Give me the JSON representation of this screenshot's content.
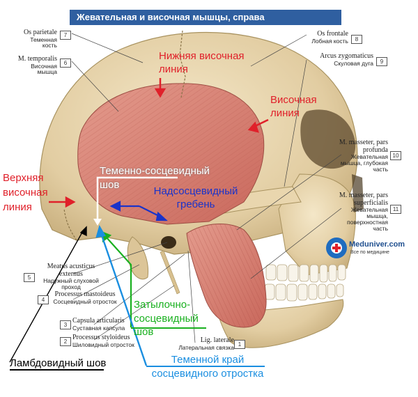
{
  "title": "Жевательная и височная мышцы, справа",
  "structures": [
    {
      "num": "7",
      "latin": "Os parietale",
      "ru": "Теменная кость"
    },
    {
      "num": "6",
      "latin": "M. temporalis",
      "ru": "Височная мышца"
    },
    {
      "num": "8",
      "latin": "Os frontale",
      "ru": "Лобная кость"
    },
    {
      "num": "9",
      "latin": "Arcus zygomaticus",
      "ru": "Скуловая дуга"
    },
    {
      "num": "10",
      "latin": "M. masseter, pars profunda",
      "ru": "Жевательная мышца, глубокая часть"
    },
    {
      "num": "11",
      "latin": "M. masseter, pars superficialis",
      "ru": "Жевательная мышца, поверхностная часть"
    },
    {
      "num": "5",
      "latin": "Meatus acusticus externus",
      "ru": "Наружный слуховой проход"
    },
    {
      "num": "4",
      "latin": "Processus mastoideus",
      "ru": "Сосцевидный отросток"
    },
    {
      "num": "3",
      "latin": "Capsula articularis",
      "ru": "Суставная капсула"
    },
    {
      "num": "2",
      "latin": "Processus styloideus",
      "ru": "Шиловидный отросток"
    },
    {
      "num": "1",
      "latin": "Lig. laterale",
      "ru": "Латеральная связка"
    }
  ],
  "annotations": {
    "lower_temporal_line": "Нижняя височная линия",
    "temporal_line": "Височная линия",
    "upper_temporal_line": "Верхняя височная линия",
    "parietomastoid_suture": "Теменно-сосцевидный шов",
    "supramastoid_crest": "Надсосцевидный гребень",
    "occipitomastoid_suture": "Затылочно-сосцевидный шов",
    "lambdoid_suture": "Ламбдовидный шов",
    "parietal_edge": "Теменной край сосцевидного отростка"
  },
  "logo": {
    "name": "Meduniver.com",
    "tagline": "Все по медицине"
  },
  "colors": {
    "red": "#e0202a",
    "blue": "#1b33c9",
    "green": "#19b01f",
    "sky_blue": "#1a8ee0",
    "title_bar": "#2f5fa0",
    "bone": "#ead8b4",
    "muscle": "#d98377"
  }
}
